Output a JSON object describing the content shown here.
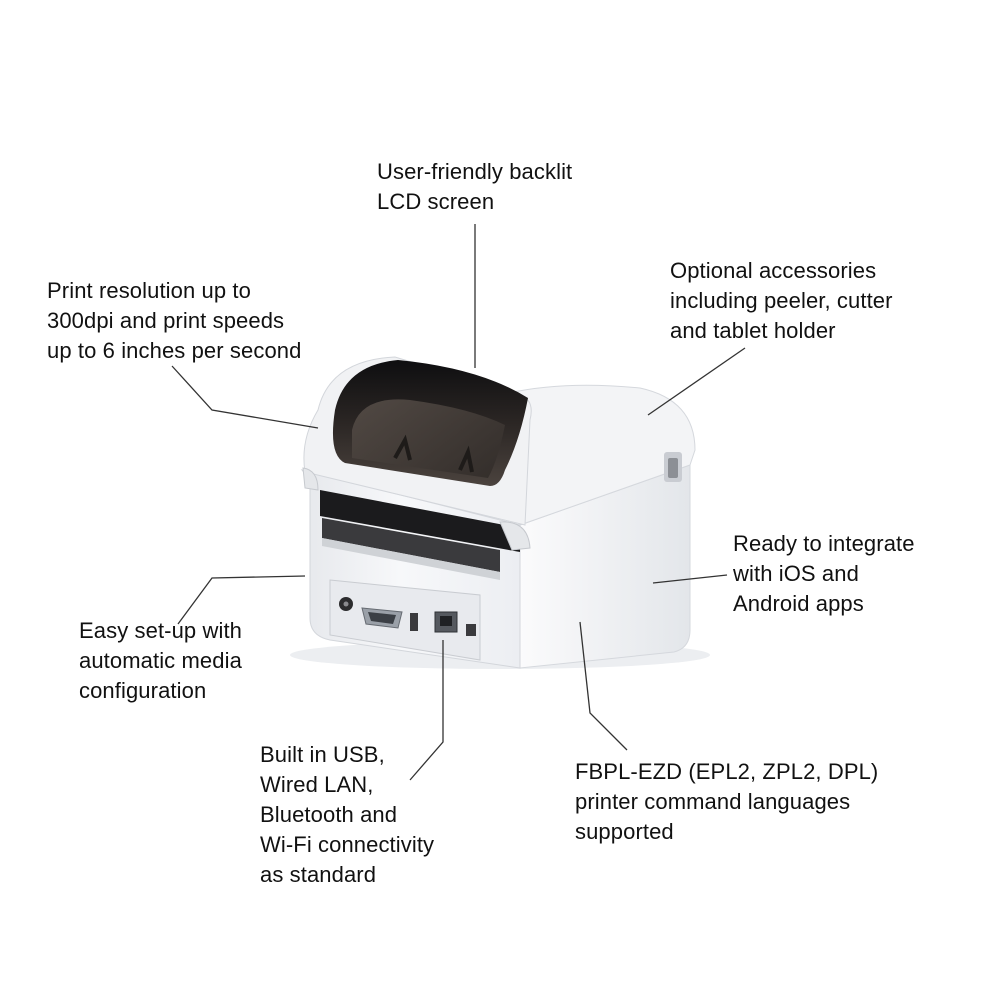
{
  "callouts": {
    "lcd": {
      "lines": [
        "User-friendly backlit",
        "LCD screen"
      ]
    },
    "resolution": {
      "lines": [
        "Print resolution up to",
        "300dpi and print speeds",
        "up to 6 inches per second"
      ]
    },
    "accessories": {
      "lines": [
        "Optional accessories",
        "including peeler, cutter",
        "and tablet holder"
      ]
    },
    "integrate": {
      "lines": [
        "Ready to integrate",
        "with iOS and",
        "Android apps"
      ]
    },
    "setup": {
      "lines": [
        "Easy set-up with",
        "automatic media",
        "configuration"
      ]
    },
    "connectivity": {
      "lines": [
        "Built in USB,",
        "Wired LAN,",
        "Bluetooth and",
        "Wi-Fi connectivity",
        "as standard"
      ]
    },
    "languages": {
      "lines": [
        "FBPL-EZD (EPL2, ZPL2, DPL)",
        "printer command languages",
        "supported"
      ]
    }
  },
  "colors": {
    "text": "#111111",
    "leader_line": "#333333",
    "printer_body": "#f4f5f7",
    "printer_shadow": "#d9dce2",
    "lid_dark": "#1c1c1f",
    "lid_window": "#4a4440",
    "port_panel": "#e9ebee"
  }
}
